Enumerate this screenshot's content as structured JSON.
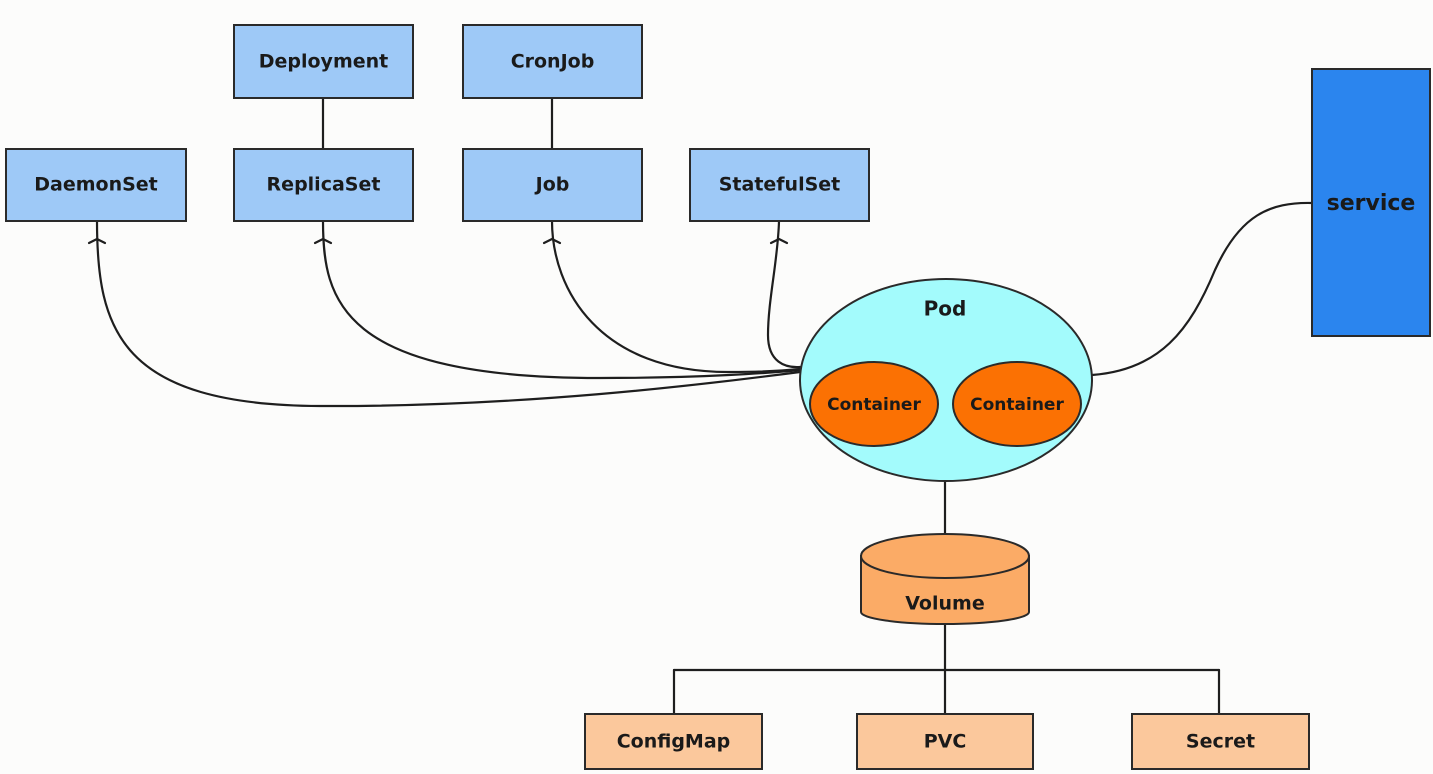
{
  "colors": {
    "controller_fill": "#9ec9f7",
    "service_fill": "#2b85ee",
    "pod_fill": "#a3fbfc",
    "container_fill": "#fb7103",
    "volume_fill": "#fbab66",
    "source_fill": "#fbc89c",
    "line": "#1e1e1e"
  },
  "controllers": {
    "deployment": "Deployment",
    "cronjob": "CronJob",
    "daemonset": "DaemonSet",
    "replicaset": "ReplicaSet",
    "job": "Job",
    "statefulset": "StatefulSet"
  },
  "service": "service",
  "pod": {
    "title": "Pod",
    "containers": [
      "Container",
      "Container"
    ]
  },
  "volume": "Volume",
  "volume_sources": {
    "configmap": "ConfigMap",
    "pvc": "PVC",
    "secret": "Secret"
  }
}
